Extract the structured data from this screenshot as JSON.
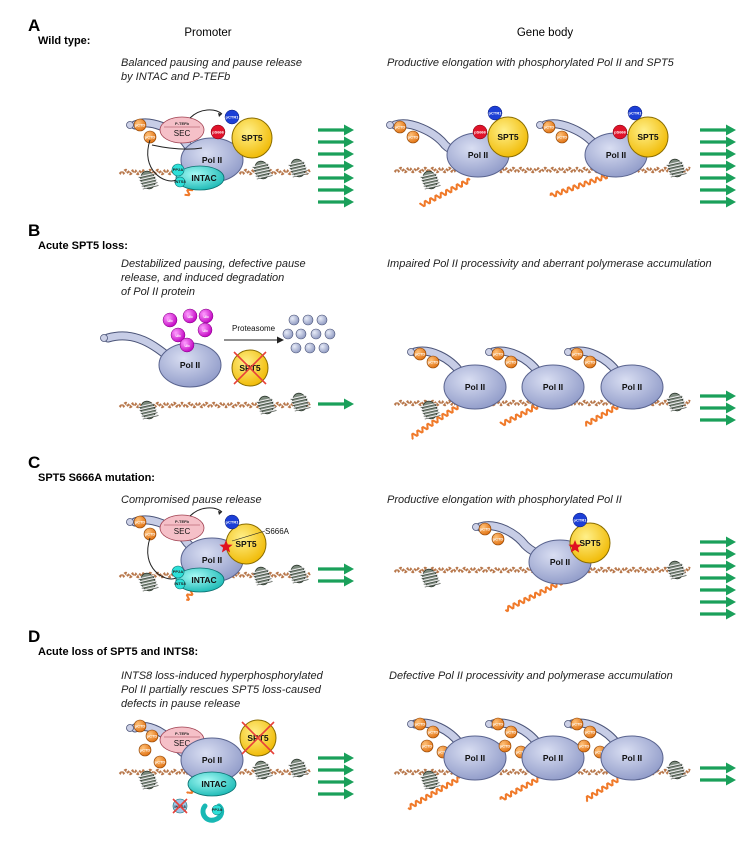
{
  "columns": {
    "promoter": "Promoter",
    "gene_body": "Gene body"
  },
  "labels": {
    "pol2": "Pol II",
    "spt5": "SPT5",
    "intac": "INTAC",
    "sec": "SEC",
    "ptefb": "P-TEFb",
    "pctd": "pCTD",
    "pctr1": "pCTR1",
    "ps666": "pS666",
    "ints8": "INTS8",
    "ints6": "INTS6",
    "pp2a": "PP2A",
    "ub": "Ub",
    "proteasome": "Proteasome",
    "s666a": "S666A"
  },
  "panels": [
    {
      "letter": "A",
      "title": "Wild type:",
      "promoter_text": [
        "Balanced pausing and pause release",
        "by INTAC and P-TEFb"
      ],
      "gene_text": [
        "Productive elongation with phosphorylated Pol II and SPT5"
      ]
    },
    {
      "letter": "B",
      "title": "Acute SPT5 loss:",
      "promoter_text": [
        "Destabilized pausing, defective pause",
        "release, and induced degradation",
        "of Pol II protein"
      ],
      "gene_text": [
        "Impaired Pol II processivity and aberrant polymerase accumulation"
      ]
    },
    {
      "letter": "C",
      "title": "SPT5 S666A mutation:",
      "promoter_text": [
        "Compromised pause release"
      ],
      "gene_text": [
        "Productive elongation with phosphorylated Pol II"
      ]
    },
    {
      "letter": "D",
      "title": "Acute loss of SPT5 and INTS8:",
      "promoter_text": [
        "INTS8 loss-induced hyperphosphorylated",
        "Pol II partially rescues SPT5 loss-caused",
        "defects in pause release"
      ],
      "gene_text": [
        "Defective Pol II processivity and polymerase accumulation"
      ]
    }
  ],
  "colors": {
    "pol2_fill": "#a9b3d9",
    "pol2_stroke": "#5a648f",
    "spt5_fill": "#ffd21a",
    "spt5_stroke": "#8a6d00",
    "intac": "#3ed4d0",
    "pctd": "#f08a24",
    "pctr1": "#1c3fd6",
    "ps666": "#e0132a",
    "sec": "#f5c0c8",
    "ub": "#e020e0",
    "dna": "#c98a5a",
    "rna": "#f07a2a",
    "arrow": "#1aa05a",
    "nucleosome": "#6f7f70",
    "cross": "#e8403a"
  }
}
